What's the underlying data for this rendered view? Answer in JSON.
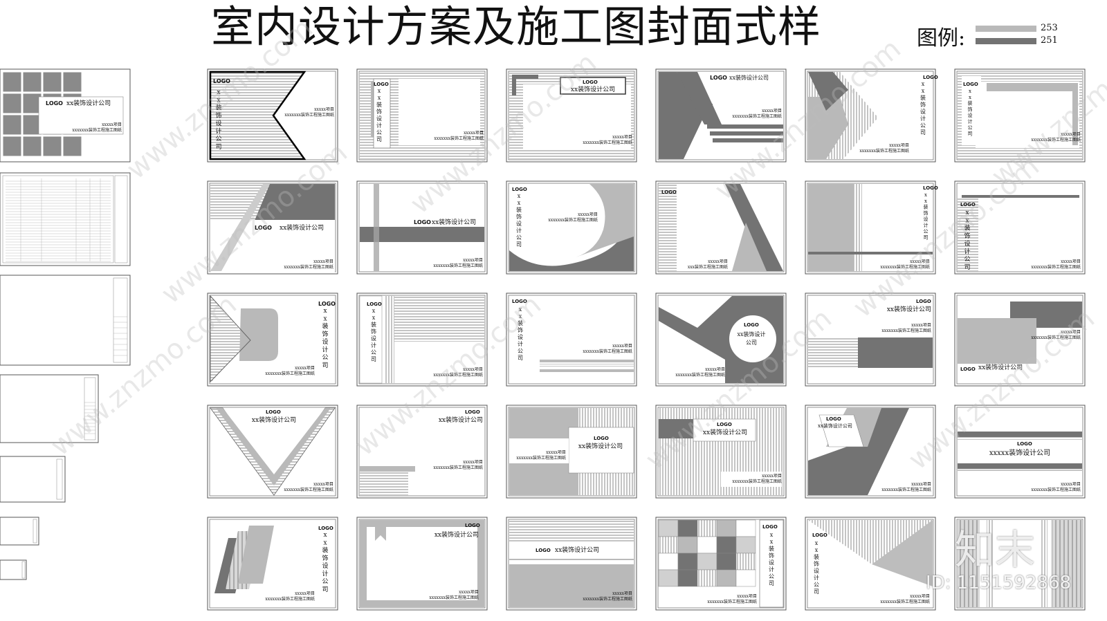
{
  "title": "室内设计方案及施工图封面式样",
  "legend": {
    "label": "图例:",
    "items": [
      {
        "value": "253",
        "color": "#b9b9b9"
      },
      {
        "value": "251",
        "color": "#737373"
      }
    ]
  },
  "card_text": {
    "logo": "LOGO",
    "company_h": "xx装饰设计公司",
    "company_v": "xx装饰设计公司",
    "company_5x": "xxxxx装饰设计公司",
    "project": "xxxxx项目",
    "drawing": "xxxxxxx装饰工程施工图纸",
    "drawing_short": "xxx装饰工程施工图纸"
  },
  "watermark": {
    "text": "www.znzmo.com",
    "brand": "知末",
    "id": "ID: 1151592868"
  },
  "colors": {
    "light": "#b9b9b9",
    "dark": "#737373",
    "hatch": "#9a9a9a"
  }
}
